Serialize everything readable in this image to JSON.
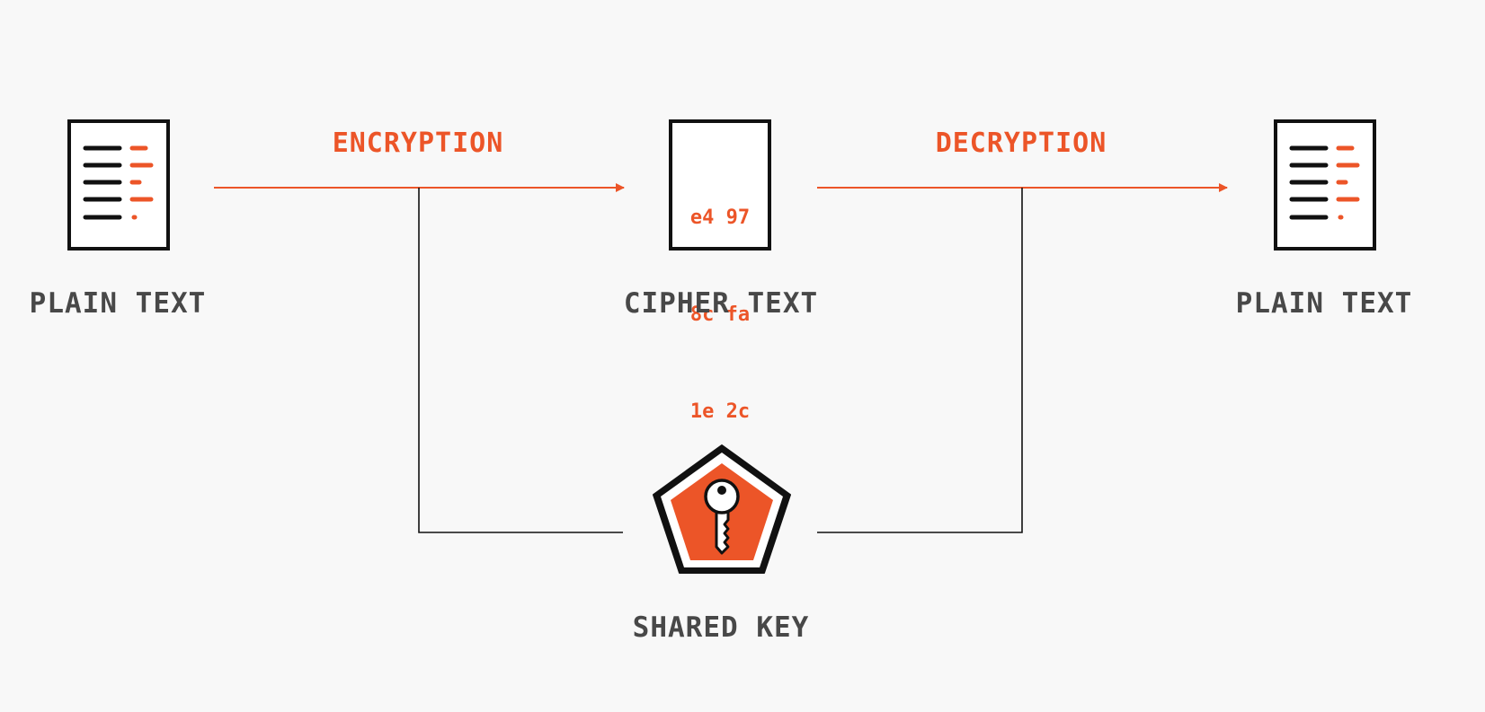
{
  "nodes": {
    "plain_left": {
      "label": "PLAIN TEXT"
    },
    "cipher": {
      "label": "CIPHER TEXT",
      "lines": [
        "e4 97",
        "8c fa",
        "1e 2c"
      ]
    },
    "plain_right": {
      "label": "PLAIN TEXT"
    },
    "key": {
      "label": "SHARED KEY"
    }
  },
  "edges": {
    "encryption": {
      "label": "ENCRYPTION"
    },
    "decryption": {
      "label": "DECRYPTION"
    }
  },
  "colors": {
    "accent": "#ec5528",
    "dark": "#111111",
    "text": "#484848",
    "background": "#f8f8f8"
  },
  "icons": {
    "plain_left": "document-icon",
    "cipher": "cipher-document-icon",
    "plain_right": "document-icon",
    "key": "pentagon-key-icon"
  }
}
